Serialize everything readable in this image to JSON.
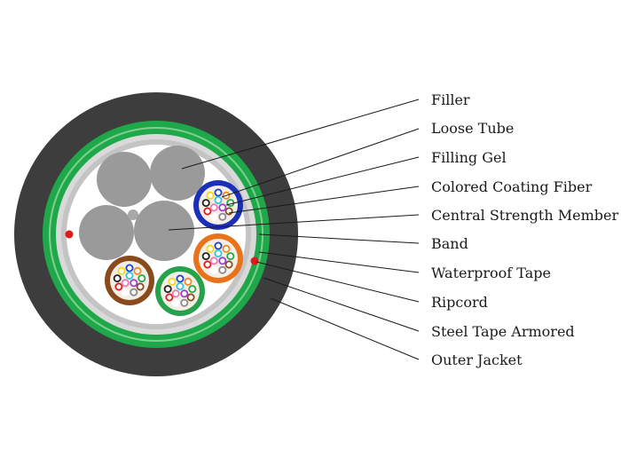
{
  "labels": [
    {
      "key": "filler",
      "text": "Filler"
    },
    {
      "key": "loose_tube",
      "text": "Loose Tube"
    },
    {
      "key": "filling_gel",
      "text": "Filling Gel"
    },
    {
      "key": "colored_coating_fiber",
      "text": "Colored Coating Fiber"
    },
    {
      "key": "central_strength_member",
      "text": "Central Strength Member"
    },
    {
      "key": "band",
      "text": "Band"
    },
    {
      "key": "waterproof_tape",
      "text": "Waterproof Tape"
    },
    {
      "key": "ripcord",
      "text": "Ripcord"
    },
    {
      "key": "steel_tape_armored",
      "text": "Steel Tape Armored"
    },
    {
      "key": "outer_jacket",
      "text": "Outer Jacket"
    }
  ],
  "colors": {
    "outer_jacket": "#3d3d3d",
    "steel_tape_armor": "#1fa84a",
    "band": "#d9d9d9",
    "waterproof_tape": "#cfcfcf",
    "core_background": "#ffffff",
    "filler": "#9a9a9a",
    "ripcord": "#e01919",
    "tube_blue": "#1b2fb8",
    "tube_orange": "#e8731a",
    "tube_brown": "#8a4a1c",
    "tube_green": "#26a24a"
  },
  "fiber_colors": [
    "#1b3fd6",
    "#f08a1a",
    "#2aa84a",
    "#8a4a1c",
    "#8a8a8a",
    "#ffffff",
    "#e01919",
    "#222222",
    "#f2d91a",
    "#9b3fd0",
    "#f07ab0",
    "#2ec8d8"
  ]
}
